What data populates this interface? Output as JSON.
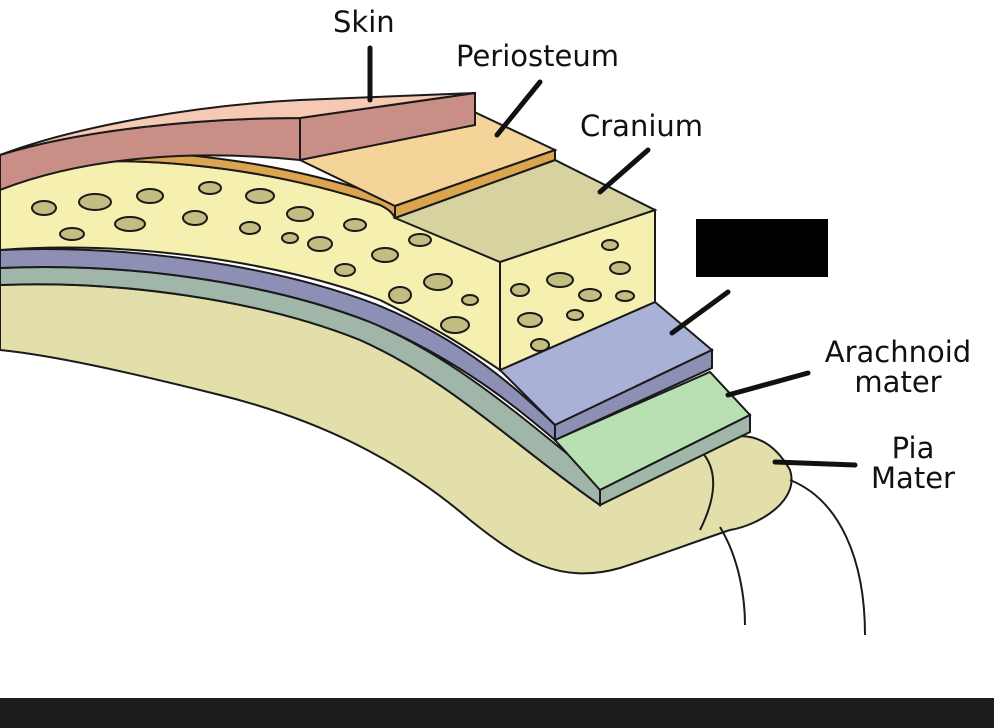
{
  "labels": {
    "skin": "Skin",
    "periosteum": "Periosteum",
    "cranium": "Cranium",
    "arachnoid_line1": "Arachnoid",
    "arachnoid_line2": "mater",
    "pia_line1": "Pia",
    "pia_line2": "Mater"
  },
  "colors": {
    "skin_top": "#f5c9b4",
    "skin_side": "#c98e86",
    "periosteum": "#f5d49a",
    "periosteum_edge": "#dba54f",
    "cranium_top": "#d7d3a0",
    "cranium_spongy": "#f6f0b0",
    "cranium_hole": "#c2bd80",
    "dura": "#a9b2d6",
    "dura_side": "#8e8fb5",
    "arachnoid": "#b9e0b3",
    "arachnoid_side": "#9fb6a9",
    "pia": "#e2dfaa",
    "outline": "#1a1a1a",
    "redaction": "#000000",
    "footer": "#1c1c1c",
    "background": "#ffffff"
  }
}
